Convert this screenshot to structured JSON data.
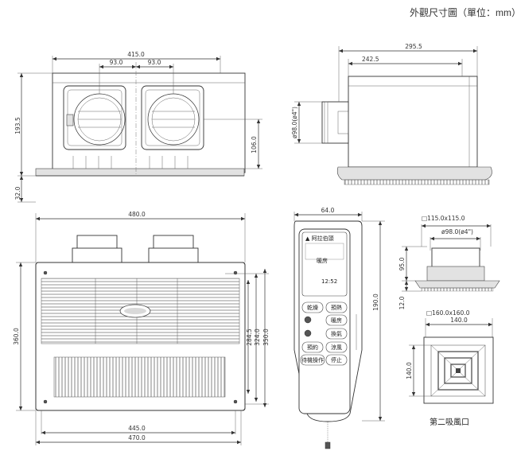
{
  "title": "外觀尺寸圖（單位：mm）",
  "top_view": {
    "width_415": "415.0",
    "spacing_93_left": "93.0",
    "spacing_93_right": "93.0",
    "height_193": "193.5",
    "height_106": "106.0",
    "flange_32": "32.0"
  },
  "side_view": {
    "depth_295": "295.5",
    "depth_242": "242.5",
    "duct_diameter": "ø98.0(ø4\")"
  },
  "front_view": {
    "width_480": "480.0",
    "width_445": "445.0",
    "width_470": "470.0",
    "height_360": "360.0",
    "height_284": "284.5",
    "height_324": "324.0",
    "height_350": "350.0"
  },
  "remote": {
    "width_64": "64.0",
    "height_190": "190.0",
    "brand": "▲ 阿拉伯頭",
    "mode_text": "暖房",
    "clock": "12:52",
    "buttons": [
      "乾燥",
      "預熱",
      "暖房",
      "換氣",
      "預約",
      "涼風",
      "待機操作",
      "停止"
    ]
  },
  "duct_box": {
    "size_label": "□115.0x115.0",
    "diameter_label": "ø98.0(ø4\")",
    "height_95": "95.0",
    "height_12": "12.0"
  },
  "second_inlet": {
    "size_label": "□160.0x160.0",
    "width_140": "140.0",
    "height_140": "140.0",
    "caption": "第二吸風口"
  }
}
